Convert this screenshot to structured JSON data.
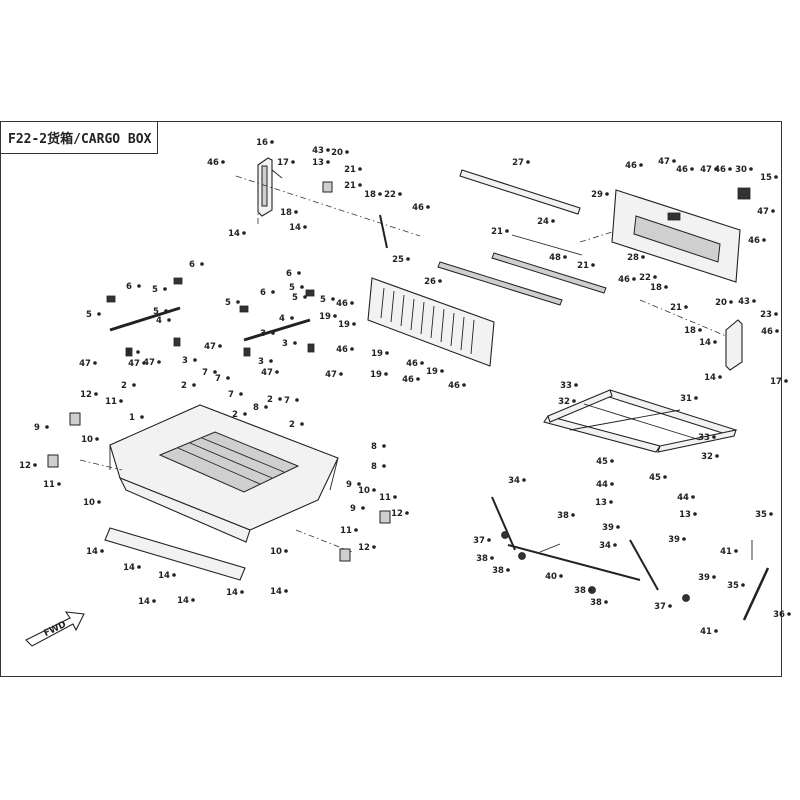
{
  "title": "F22-2货箱/CARGO BOX",
  "fwd_label": "FWD",
  "callouts": [
    {
      "id": "c1",
      "text": "46"
    },
    {
      "id": "c2",
      "text": "16"
    },
    {
      "id": "c3",
      "text": "17"
    },
    {
      "id": "c4",
      "text": "18"
    },
    {
      "id": "c5",
      "text": "14"
    },
    {
      "id": "c6",
      "text": "14"
    },
    {
      "id": "c7",
      "text": "43"
    },
    {
      "id": "c8",
      "text": "13"
    },
    {
      "id": "c9",
      "text": "20"
    },
    {
      "id": "c10",
      "text": "21"
    },
    {
      "id": "c11",
      "text": "21"
    },
    {
      "id": "c12",
      "text": "18"
    },
    {
      "id": "c13",
      "text": "22"
    },
    {
      "id": "c14",
      "text": "46"
    },
    {
      "id": "c15",
      "text": "27"
    },
    {
      "id": "c16",
      "text": "46"
    },
    {
      "id": "c17",
      "text": "47"
    },
    {
      "id": "c18",
      "text": "46"
    },
    {
      "id": "c19",
      "text": "47"
    },
    {
      "id": "c20",
      "text": "46"
    },
    {
      "id": "c21",
      "text": "30"
    },
    {
      "id": "c22",
      "text": "15"
    },
    {
      "id": "c23",
      "text": "29"
    },
    {
      "id": "c24",
      "text": "47"
    },
    {
      "id": "c25",
      "text": "46"
    },
    {
      "id": "c26",
      "text": "24"
    },
    {
      "id": "c27",
      "text": "21"
    },
    {
      "id": "c28",
      "text": "25"
    },
    {
      "id": "c29",
      "text": "48"
    },
    {
      "id": "c30",
      "text": "21"
    },
    {
      "id": "c31",
      "text": "28"
    },
    {
      "id": "c32",
      "text": "26"
    },
    {
      "id": "c33",
      "text": "46"
    },
    {
      "id": "c34",
      "text": "22"
    },
    {
      "id": "c35",
      "text": "18"
    },
    {
      "id": "c36",
      "text": "21"
    },
    {
      "id": "c37",
      "text": "20"
    },
    {
      "id": "c38",
      "text": "43"
    },
    {
      "id": "c39",
      "text": "23"
    },
    {
      "id": "c40",
      "text": "18"
    },
    {
      "id": "c41",
      "text": "46"
    },
    {
      "id": "c42",
      "text": "14"
    },
    {
      "id": "c43",
      "text": "17"
    },
    {
      "id": "c44",
      "text": "14"
    },
    {
      "id": "c45",
      "text": "46"
    },
    {
      "id": "c46",
      "text": "19"
    },
    {
      "id": "c47",
      "text": "19"
    },
    {
      "id": "c48",
      "text": "46"
    },
    {
      "id": "c49",
      "text": "19"
    },
    {
      "id": "c50",
      "text": "46"
    },
    {
      "id": "c51",
      "text": "19"
    },
    {
      "id": "c52",
      "text": "46"
    },
    {
      "id": "c53",
      "text": "19"
    },
    {
      "id": "c54",
      "text": "46"
    },
    {
      "id": "c55",
      "text": "6"
    },
    {
      "id": "c56",
      "text": "5"
    },
    {
      "id": "c57",
      "text": "6"
    },
    {
      "id": "c58",
      "text": "5"
    },
    {
      "id": "c59",
      "text": "5"
    },
    {
      "id": "c60",
      "text": "4"
    },
    {
      "id": "c61",
      "text": "3"
    },
    {
      "id": "c62",
      "text": "47"
    },
    {
      "id": "c63",
      "text": "47"
    },
    {
      "id": "c64",
      "text": "3"
    },
    {
      "id": "c65",
      "text": "47"
    },
    {
      "id": "c66",
      "text": "6"
    },
    {
      "id": "c67",
      "text": "5"
    },
    {
      "id": "c68",
      "text": "5"
    },
    {
      "id": "c69",
      "text": "6"
    },
    {
      "id": "c70",
      "text": "5"
    },
    {
      "id": "c71",
      "text": "5"
    },
    {
      "id": "c72",
      "text": "4"
    },
    {
      "id": "c73",
      "text": "3"
    },
    {
      "id": "c74",
      "text": "3"
    },
    {
      "id": "c75",
      "text": "47"
    },
    {
      "id": "c76",
      "text": "47"
    },
    {
      "id": "c77",
      "text": "3"
    },
    {
      "id": "c78",
      "text": "47"
    },
    {
      "id": "c79",
      "text": "2"
    },
    {
      "id": "c80",
      "text": "2"
    },
    {
      "id": "c81",
      "text": "7"
    },
    {
      "id": "c82",
      "text": "7"
    },
    {
      "id": "c83",
      "text": "2"
    },
    {
      "id": "c84",
      "text": "8"
    },
    {
      "id": "c85",
      "text": "7"
    },
    {
      "id": "c86",
      "text": "2"
    },
    {
      "id": "c87",
      "text": "7"
    },
    {
      "id": "c88",
      "text": "2"
    },
    {
      "id": "c89",
      "text": "12"
    },
    {
      "id": "c90",
      "text": "11"
    },
    {
      "id": "c91",
      "text": "9"
    },
    {
      "id": "c92",
      "text": "10"
    },
    {
      "id": "c93",
      "text": "1"
    },
    {
      "id": "c94",
      "text": "12"
    },
    {
      "id": "c95",
      "text": "11"
    },
    {
      "id": "c96",
      "text": "10"
    },
    {
      "id": "c97",
      "text": "8"
    },
    {
      "id": "c98",
      "text": "8"
    },
    {
      "id": "c99",
      "text": "9"
    },
    {
      "id": "c100",
      "text": "10"
    },
    {
      "id": "c101",
      "text": "9"
    },
    {
      "id": "c102",
      "text": "11"
    },
    {
      "id": "c103",
      "text": "12"
    },
    {
      "id": "c104",
      "text": "11"
    },
    {
      "id": "c105",
      "text": "12"
    },
    {
      "id": "c106",
      "text": "10"
    },
    {
      "id": "c107",
      "text": "14"
    },
    {
      "id": "c108",
      "text": "14"
    },
    {
      "id": "c109",
      "text": "14"
    },
    {
      "id": "c110",
      "text": "14"
    },
    {
      "id": "c111",
      "text": "14"
    },
    {
      "id": "c112",
      "text": "14"
    },
    {
      "id": "c113",
      "text": "14"
    },
    {
      "id": "c114",
      "text": "33"
    },
    {
      "id": "c115",
      "text": "32"
    },
    {
      "id": "c116",
      "text": "31"
    },
    {
      "id": "c117",
      "text": "33"
    },
    {
      "id": "c118",
      "text": "32"
    },
    {
      "id": "c119",
      "text": "45"
    },
    {
      "id": "c120",
      "text": "44"
    },
    {
      "id": "c121",
      "text": "13"
    },
    {
      "id": "c122",
      "text": "45"
    },
    {
      "id": "c123",
      "text": "44"
    },
    {
      "id": "c124",
      "text": "13"
    },
    {
      "id": "c125",
      "text": "34"
    },
    {
      "id": "c126",
      "text": "38"
    },
    {
      "id": "c127",
      "text": "39"
    },
    {
      "id": "c128",
      "text": "37"
    },
    {
      "id": "c129",
      "text": "38"
    },
    {
      "id": "c130",
      "text": "38"
    },
    {
      "id": "c131",
      "text": "34"
    },
    {
      "id": "c132",
      "text": "39"
    },
    {
      "id": "c133",
      "text": "40"
    },
    {
      "id": "c134",
      "text": "38"
    },
    {
      "id": "c135",
      "text": "38"
    },
    {
      "id": "c136",
      "text": "39"
    },
    {
      "id": "c137",
      "text": "37"
    },
    {
      "id": "c138",
      "text": "35"
    },
    {
      "id": "c139",
      "text": "41"
    },
    {
      "id": "c140",
      "text": "35"
    },
    {
      "id": "c141",
      "text": "36"
    },
    {
      "id": "c142",
      "text": "41"
    }
  ]
}
